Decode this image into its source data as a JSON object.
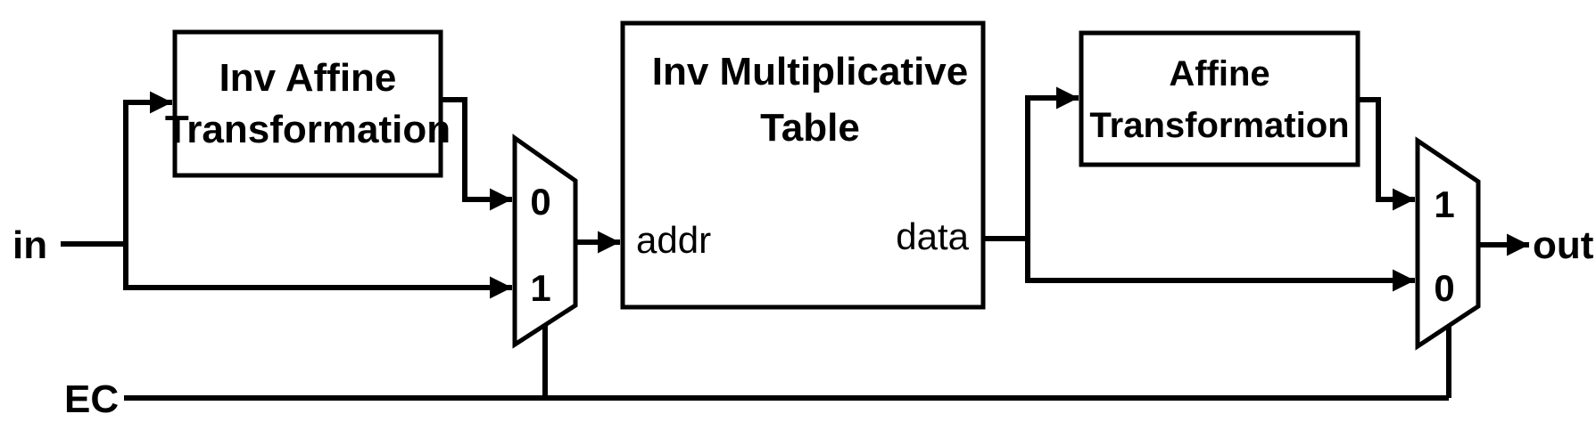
{
  "labels": {
    "in": "in",
    "out": "out",
    "ec": "EC"
  },
  "inv_affine": {
    "line1": "Inv Affine",
    "line2": "Transformation"
  },
  "inv_mult": {
    "line1": "Inv Multiplicative",
    "line2": "Table",
    "addr": "addr",
    "data": "data"
  },
  "affine": {
    "line1": "Affine",
    "line2": "Transformation"
  },
  "mux1": {
    "top": "0",
    "bottom": "1"
  },
  "mux2": {
    "top": "1",
    "bottom": "0"
  }
}
